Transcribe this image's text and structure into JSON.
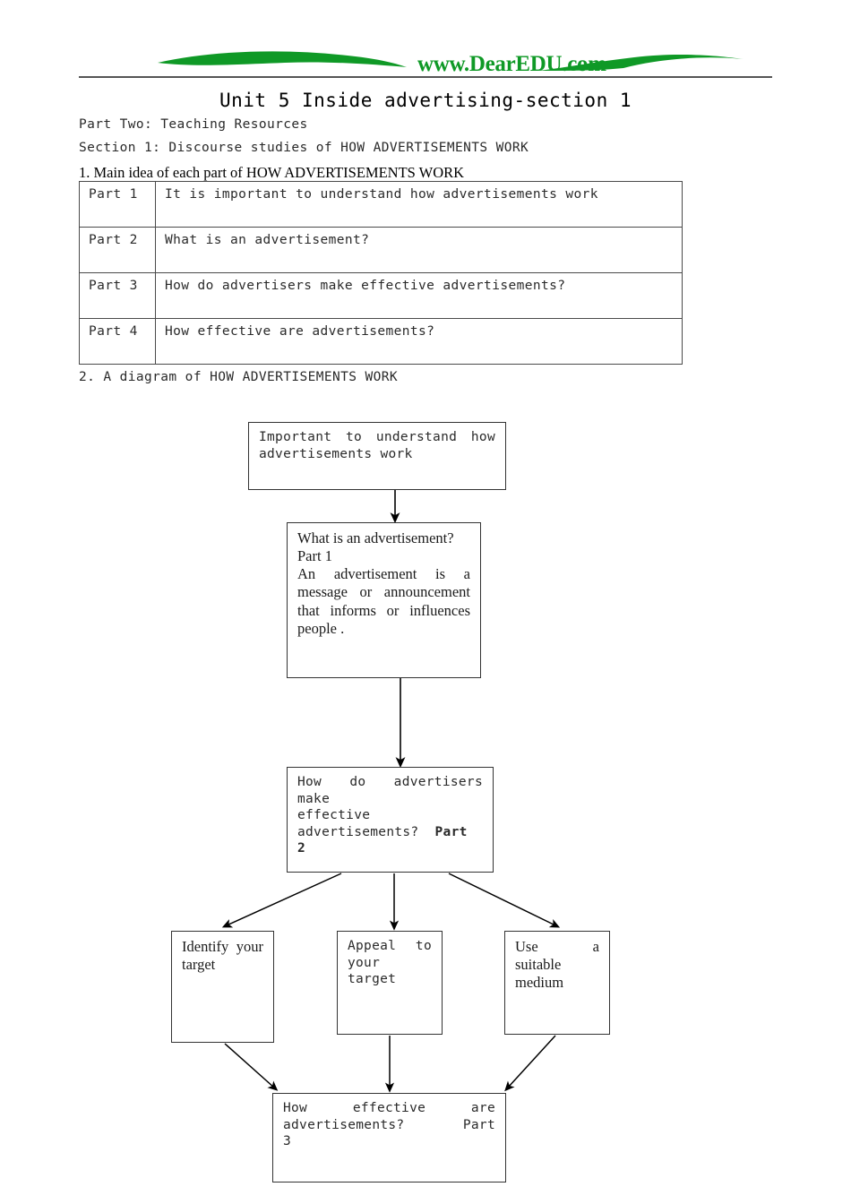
{
  "header": {
    "logo_text": "www.DearEDU.com",
    "logo_color": "#0f9926",
    "rule_color": "#555555"
  },
  "document": {
    "title": "Unit 5 Inside advertising-section 1",
    "intro_line_1": "Part Two: Teaching Resources",
    "intro_line_2": "Section 1: Discourse studies of HOW ADVERTISEMENTS WORK",
    "heading_1": "1. Main idea of each part of HOW ADVERTISEMENTS WORK",
    "heading_2": "2. A diagram of HOW ADVERTISEMENTS WORK"
  },
  "main_table": {
    "rows": [
      {
        "part": "Part 1",
        "idea": "It is important to understand how advertisements work"
      },
      {
        "part": "Part 2",
        "idea": "What is an advertisement?"
      },
      {
        "part": "Part 3",
        "idea": "How do advertisers make effective advertisements?"
      },
      {
        "part": "Part 4",
        "idea": "How effective are advertisements?"
      }
    ]
  },
  "diagram": {
    "box_top": {
      "line_1": "Important to understand how",
      "line_2": "advertisements work"
    },
    "box_what": {
      "line_1": "What is an advertisement?",
      "line_2": "Part 1",
      "line_3": "An advertisement is a",
      "line_4": "message or announcement",
      "line_5": "that informs or influences",
      "line_6": "people ."
    },
    "box_how": {
      "line_1": "How do advertisers make",
      "line_2": "effective",
      "line_3_text": "advertisements?",
      "line_3_bold": "Part 2"
    },
    "box_identify": {
      "line_1": "Identify your",
      "line_2": "target"
    },
    "box_appeal": {
      "line_1": "Appeal to",
      "line_2": "your",
      "line_3": "target"
    },
    "box_medium": {
      "line_1": "Use a",
      "line_2": "suitable",
      "line_3": "medium"
    },
    "box_bottom": {
      "line_1": "How effective are",
      "line_2": "advertisements? Part",
      "line_3": "3"
    }
  }
}
